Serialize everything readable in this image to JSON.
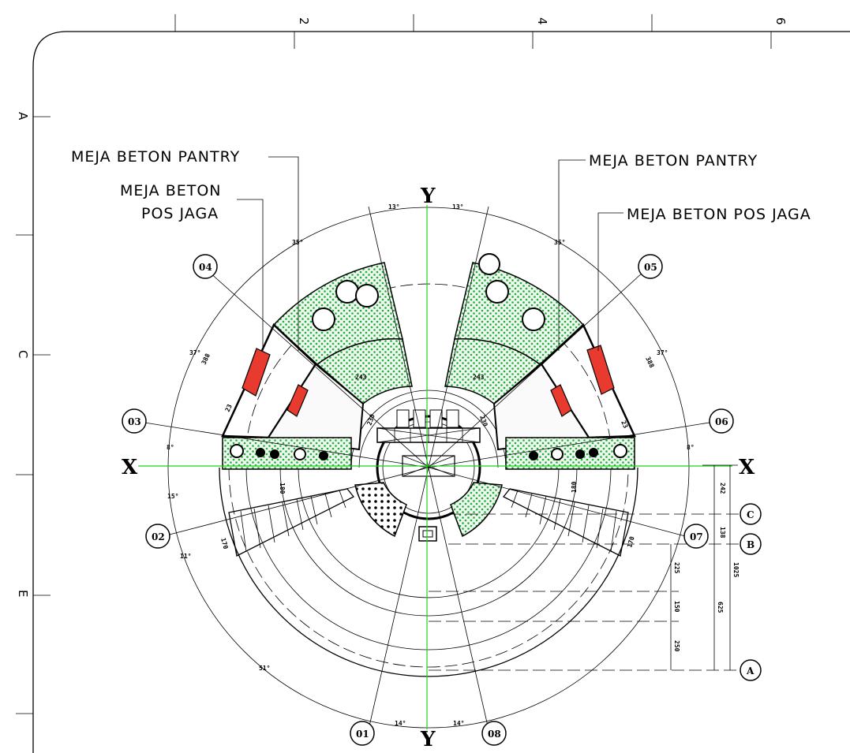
{
  "grid_columns": [
    "2",
    "4",
    "6"
  ],
  "grid_rows": [
    "A",
    "C",
    "E"
  ],
  "axes": {
    "x": "X",
    "y": "Y"
  },
  "annotations": {
    "left_pantry": "MEJA BETON PANTRY",
    "left_pos_jaga_line1": "MEJA BETON",
    "left_pos_jaga_line2": "POS JAGA",
    "right_pantry": "MEJA BETON PANTRY",
    "right_pos_jaga": "MEJA BETON POS JAGA"
  },
  "sections": [
    "01",
    "02",
    "03",
    "04",
    "05",
    "06",
    "07",
    "08"
  ],
  "grid_bubbles": [
    "C",
    "B",
    "A"
  ],
  "angles": {
    "top_left": "13°",
    "top_right": "13°",
    "left_upper": "35°",
    "right_upper": "35°",
    "left_mid": "37°",
    "right_mid": "37°",
    "left_x": "8°",
    "right_x": "8°",
    "left_low": "15°",
    "left_lower": "11°",
    "bottom_big": "51°",
    "bottom_left": "14°",
    "bottom_right": "14°"
  },
  "dimensions": {
    "left_stair": "170",
    "right_stair": "170",
    "left_180": "180",
    "right_180": "180",
    "inner_left_243": "243",
    "inner_right_243": "243",
    "left_230": "230",
    "right_230": "230",
    "left_388": "388",
    "right_388": "388",
    "left_23": "23",
    "right_23": "23",
    "d242": "242",
    "d138": "138",
    "d225": "225",
    "d150": "150",
    "d250": "250",
    "d625": "625",
    "d1025": "1025"
  },
  "colors": {
    "axis_line": "#18d818",
    "counter_fill": "#e83a2e",
    "planting_fill": "#d6ecd6",
    "planting_dot": "#1fae3a",
    "gravel_fill": "#c9c9c9"
  }
}
